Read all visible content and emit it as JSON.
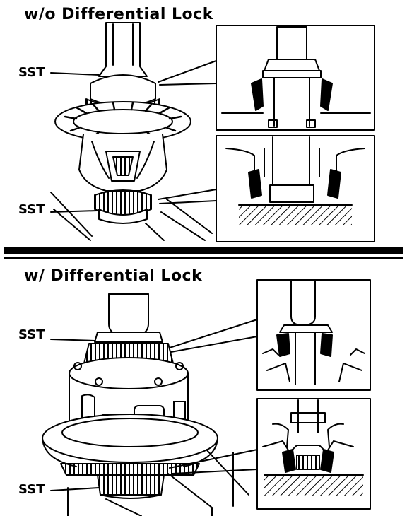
{
  "sections": {
    "top": {
      "title": "w/o Differential Lock",
      "upper_label": "SST",
      "lower_label": "SST"
    },
    "bottom": {
      "title": "w/ Differential Lock",
      "upper_label": "SST",
      "lower_label": "SST"
    }
  },
  "colors": {
    "ink": "#000000",
    "paper": "#ffffff"
  }
}
